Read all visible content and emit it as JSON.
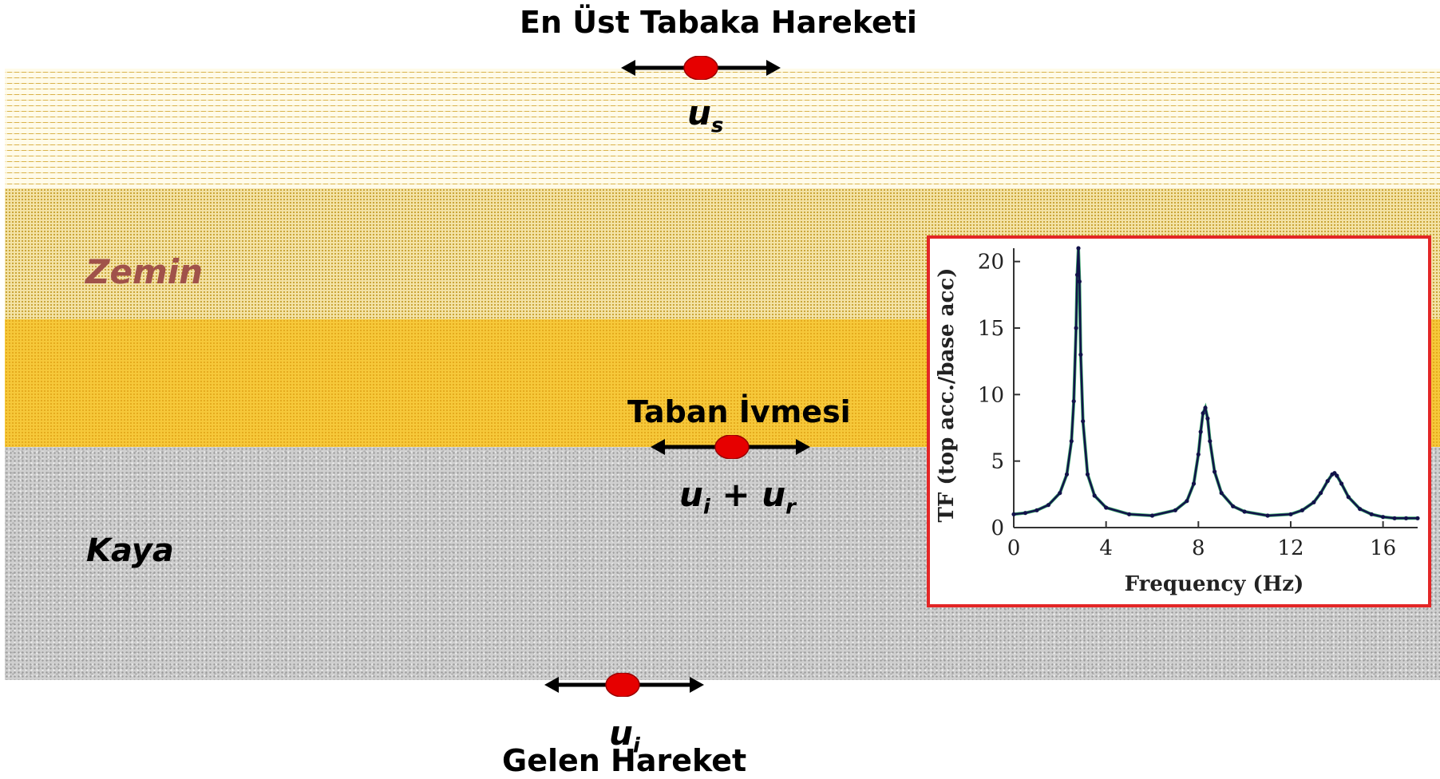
{
  "labels": {
    "top_title": "En Üst Tabaka Hareketi",
    "zemin": "Zemin",
    "kaya": "Kaya",
    "taban": "Taban İvmesi",
    "gelen": "Gelen Hareket",
    "u_base": "u",
    "us_sub": "s",
    "ui_sub": "i",
    "ur_sub": "r",
    "plus": " + "
  },
  "colors": {
    "dot": "#e60000",
    "zemin_text": "#a0524a",
    "chart_border": "#e32626",
    "curve": "#12124a",
    "curve_alt": "#3aa86b"
  },
  "chart_data": {
    "type": "line",
    "title": "",
    "xlabel": "Frequency (Hz)",
    "ylabel": "TF (top acc./base acc)",
    "xlim": [
      0,
      17.5
    ],
    "ylim": [
      0,
      21
    ],
    "xticks": [
      0,
      4,
      8,
      12,
      16
    ],
    "yticks": [
      0,
      5,
      10,
      15,
      20
    ],
    "grid": false,
    "series": [
      {
        "x": [
          0,
          0.5,
          1,
          1.5,
          2,
          2.3,
          2.5,
          2.6,
          2.7,
          2.75,
          2.8,
          2.85,
          2.9,
          3.0,
          3.2,
          3.5,
          4,
          5,
          6,
          7,
          7.5,
          7.8,
          8.0,
          8.1,
          8.2,
          8.3,
          8.4,
          8.5,
          8.7,
          9,
          9.5,
          10,
          11,
          12,
          12.5,
          13,
          13.3,
          13.6,
          13.8,
          13.9,
          14.0,
          14.2,
          14.5,
          15,
          15.5,
          16,
          16.5,
          17,
          17.5
        ],
        "values": [
          1.0,
          1.1,
          1.3,
          1.7,
          2.6,
          4.0,
          6.5,
          9.5,
          15.0,
          19.0,
          21.0,
          18.5,
          13.0,
          8.0,
          4.0,
          2.4,
          1.5,
          1.0,
          0.9,
          1.3,
          2.0,
          3.3,
          5.5,
          7.2,
          8.6,
          9.0,
          8.2,
          6.5,
          4.2,
          2.6,
          1.6,
          1.2,
          0.9,
          1.0,
          1.3,
          1.9,
          2.6,
          3.5,
          4.0,
          4.1,
          3.9,
          3.3,
          2.3,
          1.4,
          1.0,
          0.8,
          0.7,
          0.7,
          0.7
        ]
      }
    ]
  }
}
